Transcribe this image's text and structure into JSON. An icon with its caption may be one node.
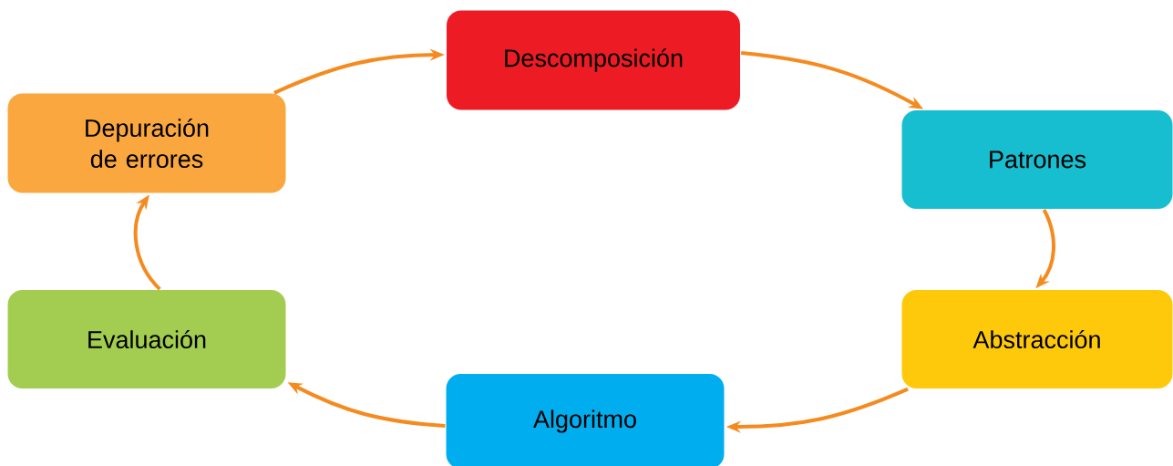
{
  "diagram": {
    "nodes": [
      {
        "text": [
          "Descomposición"
        ]
      },
      {
        "text": [
          "Patrones"
        ]
      },
      {
        "text": [
          "Abstracción"
        ]
      },
      {
        "text": [
          "Algoritmo"
        ]
      },
      {
        "text": [
          "Evaluación"
        ]
      },
      {
        "text": [
          "Depuración de errores"
        ]
      }
    ],
    "edges": [
      {
        "from": 5,
        "to": 0,
        "arrow": "to"
      },
      {
        "from": 0,
        "to": 1,
        "arrow": "to"
      },
      {
        "from": 1,
        "to": 2,
        "arrow": "to"
      },
      {
        "from": 2,
        "to": 3,
        "arrow": "to"
      },
      {
        "from": 3,
        "to": 4,
        "arrow": "to"
      },
      {
        "from": 4,
        "to": 5,
        "arrow": "to"
      }
    ]
  }
}
